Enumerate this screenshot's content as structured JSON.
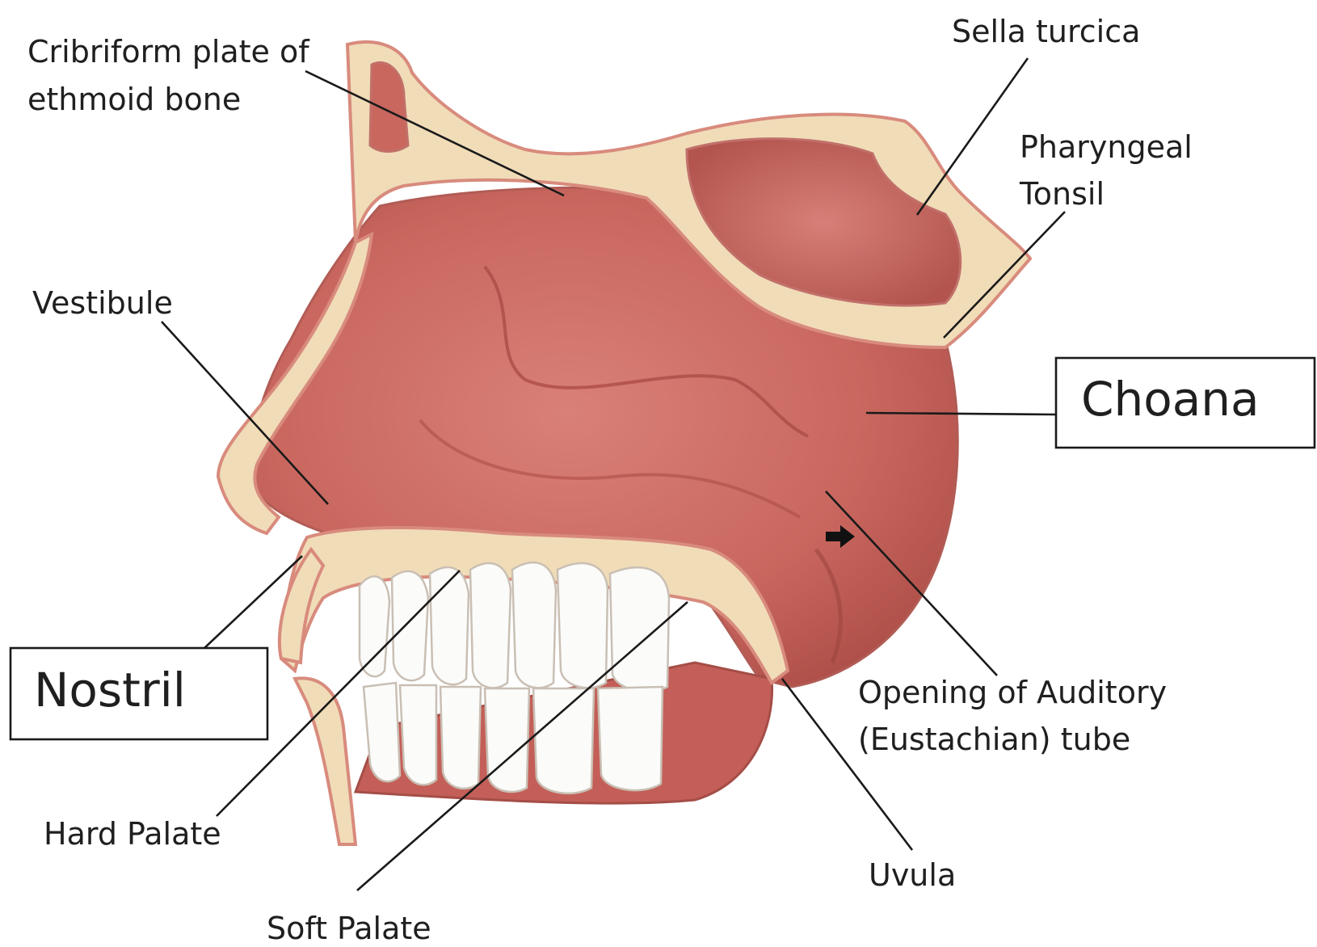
{
  "diagram": {
    "labels": {
      "cribriform_line1": "Cribriform plate of",
      "cribriform_line2": "ethmoid bone",
      "sella_turcica": "Sella turcica",
      "pharyngeal_line1": "Pharyngeal",
      "pharyngeal_line2": "Tonsil",
      "vestibule": "Vestibule",
      "choana": "Choana",
      "nostril": "Nostril",
      "auditory_line1": "Opening of Auditory",
      "auditory_line2": "(Eustachian) tube",
      "hard_palate": "Hard Palate",
      "uvula": "Uvula",
      "soft_palate": "Soft Palate"
    },
    "colors": {
      "tissue": "#c9675f",
      "tissue_dark": "#a8443f",
      "bone": "#f1dcb8",
      "bone_outline": "#d88b7d",
      "teeth": "#fbfbf9",
      "leader": "#1a1a1a"
    }
  }
}
